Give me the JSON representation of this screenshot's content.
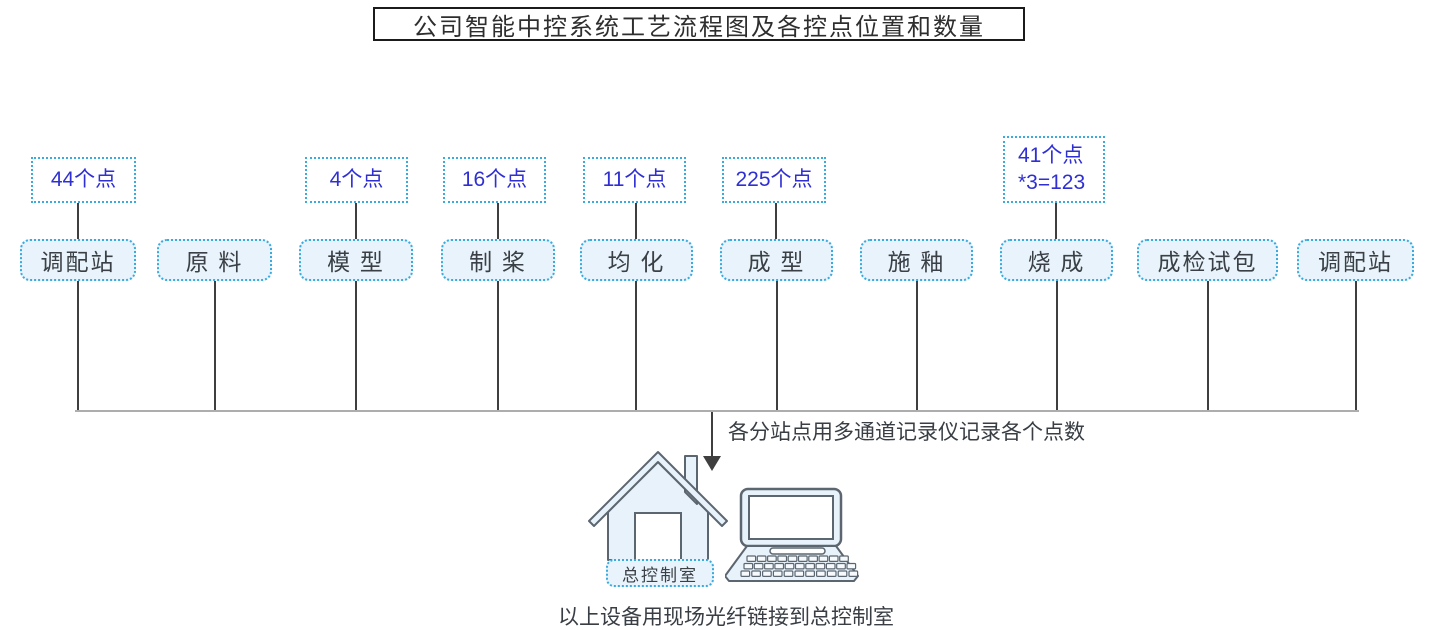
{
  "title": "公司智能中控系统工艺流程图及各控点位置和数量",
  "stations": [
    {
      "label": "调配站"
    },
    {
      "label": "原 料"
    },
    {
      "label": "模 型"
    },
    {
      "label": "制 桨"
    },
    {
      "label": "均 化"
    },
    {
      "label": "成 型"
    },
    {
      "label": "施 釉"
    },
    {
      "label": "烧 成"
    },
    {
      "label": "成检试包"
    },
    {
      "label": "调配站"
    }
  ],
  "counts": [
    {
      "lines": [
        "44个点"
      ]
    },
    {
      "lines": [
        "4个点"
      ]
    },
    {
      "lines": [
        "16个点"
      ]
    },
    {
      "lines": [
        "11个点"
      ]
    },
    {
      "lines": [
        "225个点"
      ]
    },
    {
      "lines": [
        "41个点",
        "*3=123"
      ]
    }
  ],
  "hub": {
    "label": "总控制室"
  },
  "notes": {
    "bus_note": "各分站点用多通道记录仪记录各个点数",
    "bottom_note": "以上设备用现场光纤链接到总控制室"
  },
  "colors": {
    "count_text": "#2f2fd3",
    "box_border": "#3aabdf",
    "box_fill": "#e8f3fb",
    "bus_line": "#adadad",
    "connector_line": "#3f3f3f",
    "icon_stroke": "#5c6670",
    "icon_fill": "#e8f2fa"
  }
}
